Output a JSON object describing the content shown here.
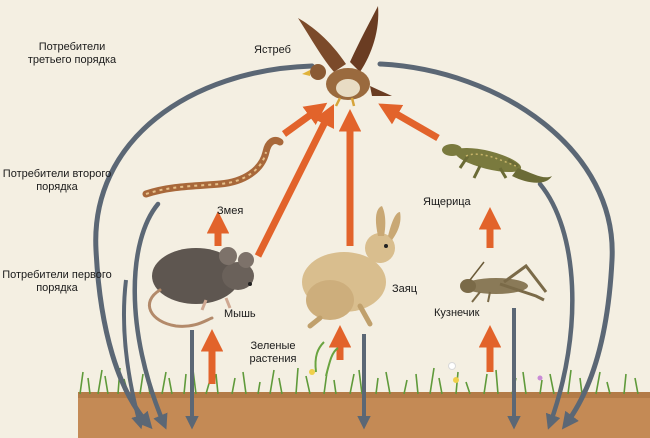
{
  "labels": {
    "consumers_third": "Потребители третьего порядка",
    "consumers_second": "Потребители второго порядка",
    "consumers_first": "Потребители первого порядка",
    "hawk": "Ястреб",
    "snake": "Змея",
    "lizard": "Ящерица",
    "mouse": "Мышь",
    "hare": "Заяц",
    "grasshopper": "Кузнечик",
    "green_plants": "Зеленые растения"
  },
  "colors": {
    "background": "#f4efe2",
    "food_arrow": "#e2632b",
    "decomposition_arrow": "#5b6775",
    "soil": "#c48a55",
    "grass": "#5f9a3a"
  }
}
